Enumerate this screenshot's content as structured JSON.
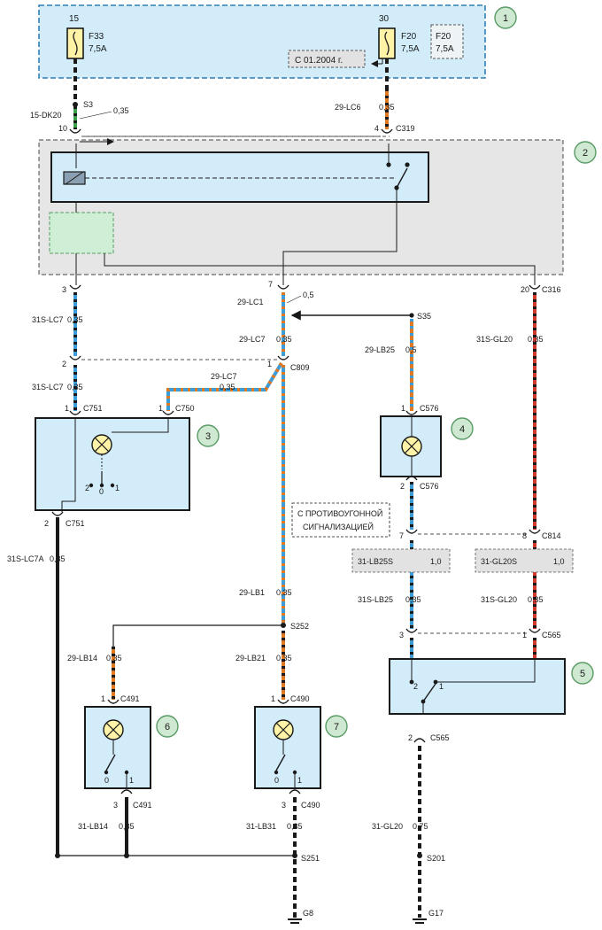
{
  "colors": {
    "panel_fill": "#d2ecf9",
    "panel_border": "#2f7fb6",
    "module_fill": "#e6e6e6",
    "callout_fill": "#cfe8d2",
    "callout_border": "#5a9c64",
    "wire_black": "#1a1a1a",
    "wire_orange": "#e07a22",
    "wire_blue": "#3c9cd8",
    "wire_red": "#d23a2f",
    "wire_green": "#3aa04a"
  },
  "callouts": [
    "1",
    "2",
    "3",
    "4",
    "5",
    "6",
    "7"
  ],
  "fuse_box": {
    "f33": {
      "pin": "15",
      "name": "F33",
      "rating": "7,5A"
    },
    "f20": {
      "pin": "30",
      "name": "F20",
      "rating": "7,5A"
    },
    "f20_alt": {
      "name": "F20",
      "rating": "7,5A"
    },
    "date_note": "C 01.2004 г."
  },
  "labels": {
    "s3": "S3",
    "w_15dk20": "15-DK20",
    "w_15dk20_size": "0,35",
    "pin_10": "10",
    "w_29lc6": "29-LC6",
    "w_29lc6_size": "0,35",
    "pin_4": "4",
    "c319": "C319",
    "pin_3a": "3",
    "pin_7a": "7",
    "pin_20": "20",
    "c316": "C316",
    "w_29lc1": "29-LC1",
    "w_29lc1_size": "0,5",
    "s35": "S35",
    "w_31slc7_a": "31S-LC7",
    "w_31slc7_a_size": "0,35",
    "w_29lc7_a": "29-LC7",
    "w_29lc7_a_size": "0,35",
    "w_29lb25": "29-LB25",
    "w_29lb25_size": "0,5",
    "w_31sgl20_a": "31S-GL20",
    "w_31sgl20_a_size": "0,35",
    "pin_2a": "2",
    "pin_1a": "1",
    "c809": "C809",
    "w_29lc7_b": "29-LC7",
    "w_29lc7_b_size": "0,35",
    "w_31slc7_b": "31S-LC7",
    "w_31slc7_b_size": "0,35",
    "pin_1b": "1",
    "c751_top": "C751",
    "pin_1c": "1",
    "c750": "C750",
    "pin_1d": "1",
    "c576_top": "C576",
    "sw3_2": "2",
    "sw3_0": "0",
    "sw3_1": "1",
    "pin_2b": "2",
    "c751_bot": "C751",
    "pin_2c": "2",
    "c576_bot": "C576",
    "w_31slc7a": "31S-LC7A",
    "w_31slc7a_size": "0,35",
    "note_alarm_1": "С ПРОТИВОУГОННОЙ",
    "note_alarm_2": "СИГНАЛИЗАЦИЕЙ",
    "pin_7b": "7",
    "pin_8": "8",
    "c814": "C814",
    "w_31lb25s": "31-LB25S",
    "w_31lb25s_size": "1,0",
    "w_31gl20s": "31-GL20S",
    "w_31gl20s_size": "1,0",
    "w_29lb1": "29-LB1",
    "w_29lb1_size": "0,35",
    "w_31slb25": "31S-LB25",
    "w_31slb25_size": "0,35",
    "w_31sgl20_b": "31S-GL20",
    "w_31sgl20_b_size": "0,35",
    "s252": "S252",
    "pin_3b": "3",
    "pin_1e": "1",
    "c565_top": "C565",
    "w_29lb14": "29-LB14",
    "w_29lb14_size": "0,35",
    "w_29lb21": "29-LB21",
    "w_29lb21_size": "0,35",
    "sw5_2": "2",
    "sw5_1": "1",
    "pin_1f": "1",
    "c491_top": "C491",
    "pin_1g": "1",
    "c490_top": "C490",
    "pin_2d": "2",
    "c565_bot": "C565",
    "sw6_0": "0",
    "sw6_1": "1",
    "sw7_0": "0",
    "sw7_1": "1",
    "pin_3c": "3",
    "c491_bot": "C491",
    "pin_3d": "3",
    "c490_bot": "C490",
    "w_31lb14": "31-LB14",
    "w_31lb14_size": "0,35",
    "w_31lb31": "31-LB31",
    "w_31lb31_size": "0,35",
    "w_31gl20": "31-GL20",
    "w_31gl20_size": "0,75",
    "s251": "S251",
    "s201": "S201",
    "g8": "G8",
    "g17": "G17"
  }
}
